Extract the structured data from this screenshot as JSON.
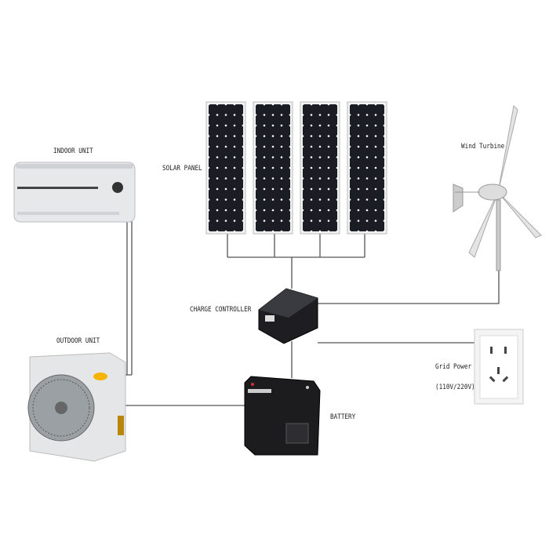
{
  "labels": {
    "indoor_unit": "INDOOR UNIT",
    "solar_panel": "SOLAR PANEL",
    "wind_turbine": "Wind Turbine",
    "charge_controller": "CHARGE CONTROLLER",
    "outdoor_unit": "OUTDOOR UNIT",
    "grid_power": "Grid Power",
    "grid_voltage": "(110V/220V)",
    "battery": "BATTERY"
  },
  "colors": {
    "panel": "#1a1d24",
    "wire": "#555555",
    "device_dark": "#1e1e22",
    "appliance": "#e6e8ea"
  }
}
